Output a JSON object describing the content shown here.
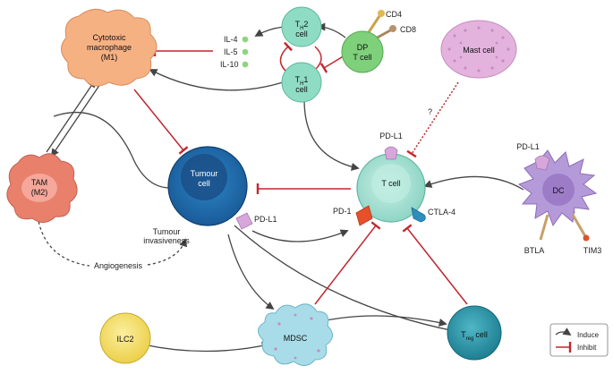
{
  "cells": {
    "cytotoxic_macrophage": "Cytotoxic macrophage (M1)",
    "cytotoxic_line1": "Cytotoxic",
    "cytotoxic_line2": "macrophage",
    "cytotoxic_line3": "(M1)",
    "tam_line1": "TAM",
    "tam_line2": "(M2)",
    "th2_main": "T",
    "th2_sub": "H",
    "th2_num": "2",
    "th2_cell": "cell",
    "th1_main": "T",
    "th1_sub": "H",
    "th1_num": "1",
    "th1_cell": "cell",
    "dp_line1": "DP",
    "dp_line2": "T cell",
    "mast": "Mast cell",
    "tumour_line1": "Tumour",
    "tumour_line2": "cell",
    "tcell": "T cell",
    "dc": "DC",
    "ilc2": "ILC2",
    "mdsc": "MDSC",
    "treg_main": "T",
    "treg_sub": "reg",
    "treg_cell": "cell"
  },
  "labels": {
    "cd4": "CD4",
    "cd8": "CD8",
    "il4": "IL-4",
    "il5": "IL-5",
    "il10": "IL-10",
    "pdl1_tcell": "PD-L1",
    "pdl1_dc": "PD-L1",
    "pdl1_tumour": "PD-L1",
    "pd1": "PD-1",
    "ctla4": "CTLA-4",
    "btla": "BTLA",
    "tim3": "TIM3",
    "question": "?",
    "angiogenesis": "Angiogenesis",
    "invasiveness_line1": "Tumour",
    "invasiveness_line2": "invasiveness"
  },
  "legend": {
    "induce": "Induce",
    "inhibit": "Inhibit"
  },
  "colors": {
    "induce": "#444444",
    "inhibit": "#c0272d",
    "macrophage": "#f6b183",
    "tam": "#e8806c",
    "th": "#8fdcc4",
    "dp": "#7fd07a",
    "mast": "#e3b3de",
    "tumour": "#1f6fb0",
    "tcell": "#a8e3d6",
    "dc": "#b59ad9",
    "ilc2": "#f5e06a",
    "mdsc": "#a8dce8",
    "treg": "#2f9fb0",
    "il_dots": "#8bd67a"
  }
}
